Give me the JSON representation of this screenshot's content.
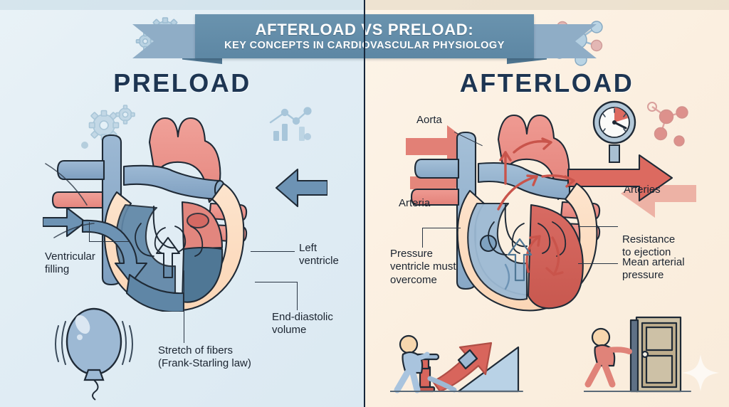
{
  "title_banner": {
    "title": "AFTERLOAD VS PRELOAD:",
    "subtitle": "KEY CONCEPTS IN CARDIOVASCULAR PHYSIOLOGY",
    "band_color": "#5d87a4",
    "tail_color": "#8fadc6",
    "text_color": "#ffffff"
  },
  "panels": {
    "left": {
      "heading": "PRELOAD",
      "background_color": "#e3eef4",
      "heading_color": "#1d3552",
      "labels": {
        "ventricular_filling": "Ventricular\nfilling",
        "left_ventricle": "Left\nventricle",
        "end_diastolic_volume": "End-diastolic\nvolume",
        "stretch_of_fibers": "Stretch of fibers\n(Frank-Starling law)"
      },
      "icons": {
        "gears_top": "gears-icon",
        "gears_mid": "gears-icon",
        "chart": "bar-line-chart-icon",
        "balloon": "balloon-icon"
      }
    },
    "right": {
      "heading": "AFTERLOAD",
      "background_color": "#fcf0e0",
      "heading_color": "#1d3552",
      "labels": {
        "aorta": "Aorta",
        "arteria": "Arteria",
        "arteries": "Arteries",
        "resistance_to_ejection": "Resistance\nto ejection",
        "mean_arterial_pressure": "Mean arterial\npressure",
        "pressure_ventricle_must_overcome": "Pressure\nventricle must\novercome"
      },
      "icons": {
        "molecule_top": "molecule-icon",
        "molecule_side": "molecule-icon",
        "gauge": "pressure-gauge-icon",
        "pump_figure": "person-pumping-icon",
        "door_figure": "person-pushing-door-icon",
        "sparkle": "sparkle-icon"
      }
    }
  },
  "palette": {
    "venous_blue": "#7e9fc0",
    "venous_blue_dark": "#5c87ad",
    "arterial_red": "#e88a82",
    "arterial_red_dark": "#d9534f",
    "myocardium_peach": "#fbdcc0",
    "outline": "#1f2a36",
    "navy": "#1d3552",
    "chamber_blue_fill": "#5f86a6",
    "chamber_red_fill": "#d2645f"
  }
}
